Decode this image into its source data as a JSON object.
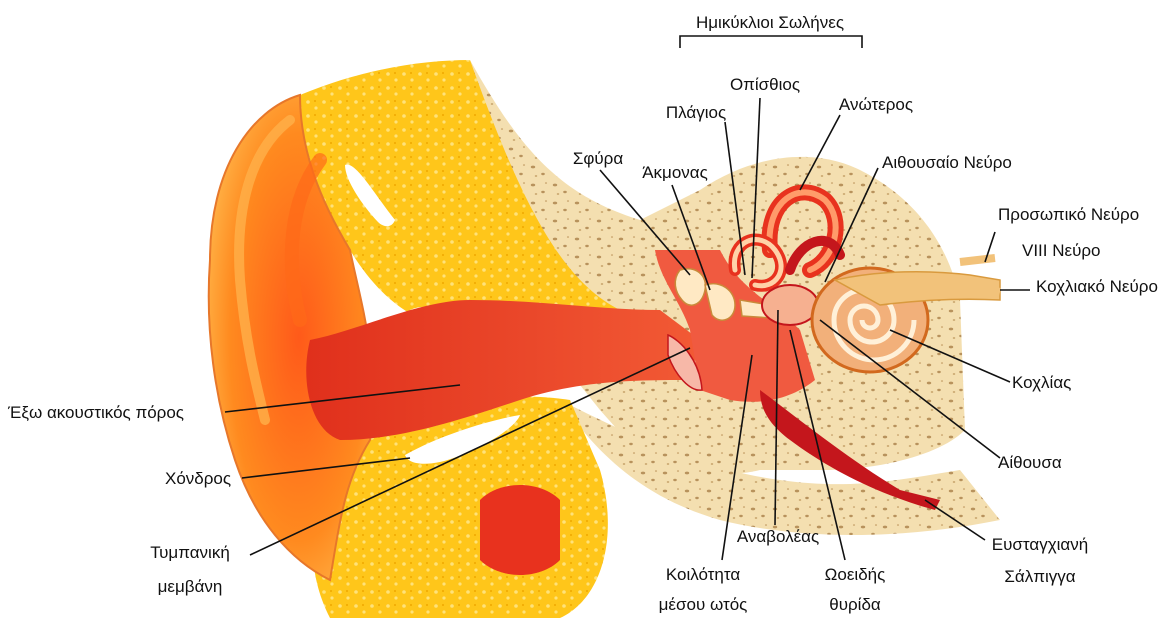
{
  "diagram": {
    "colors": {
      "background": "#ffffff",
      "bone": "#f4dfb0",
      "bone_pores": "#b8925c",
      "yellow_tissue": "#ffc61a",
      "orange_skin": "#ff8a1f",
      "red_canal": "#e8321e",
      "dark_red": "#c4161c",
      "pink_tissue": "#f37b6a",
      "nerve": "#f2c27a",
      "leader_line": "#111111"
    },
    "bracket_label": "Ημικύκλιοι Σωλήνες",
    "labels": {
      "semicircular_posterior": "Οπίσθιος",
      "semicircular_lateral": "Πλάγιος",
      "semicircular_superior": "Ανώτερος",
      "malleus": "Σφύρα",
      "incus": "Άκμονας",
      "vestibular_nerve": "Αιθουσαίο Νεύρο",
      "facial_nerve": "Προσωπικό Νεύρο",
      "viii_nerve": "VIII Νεύρο",
      "cochlear_nerve": "Κοχλιακό Νεύρο",
      "cochlea": "Κοχλίας",
      "ear_canal": "Έξω ακουστικός πόρος",
      "cartilage": "Χόνδρος",
      "tympanic_line1": "Τυμπανική",
      "tympanic_line2": "μεμβάνη",
      "vestibule": "Αίθουσα",
      "stapes": "Αναβολέας",
      "middle_ear_line1": "Κοιλότητα",
      "middle_ear_line2": "μέσου ωτός",
      "oval_window_line1": "Ωοειδής",
      "oval_window_line2": "θυρίδα",
      "eustachian_line1": "Ευσταγχιανή",
      "eustachian_line2": "Σάλπιγγα"
    }
  }
}
